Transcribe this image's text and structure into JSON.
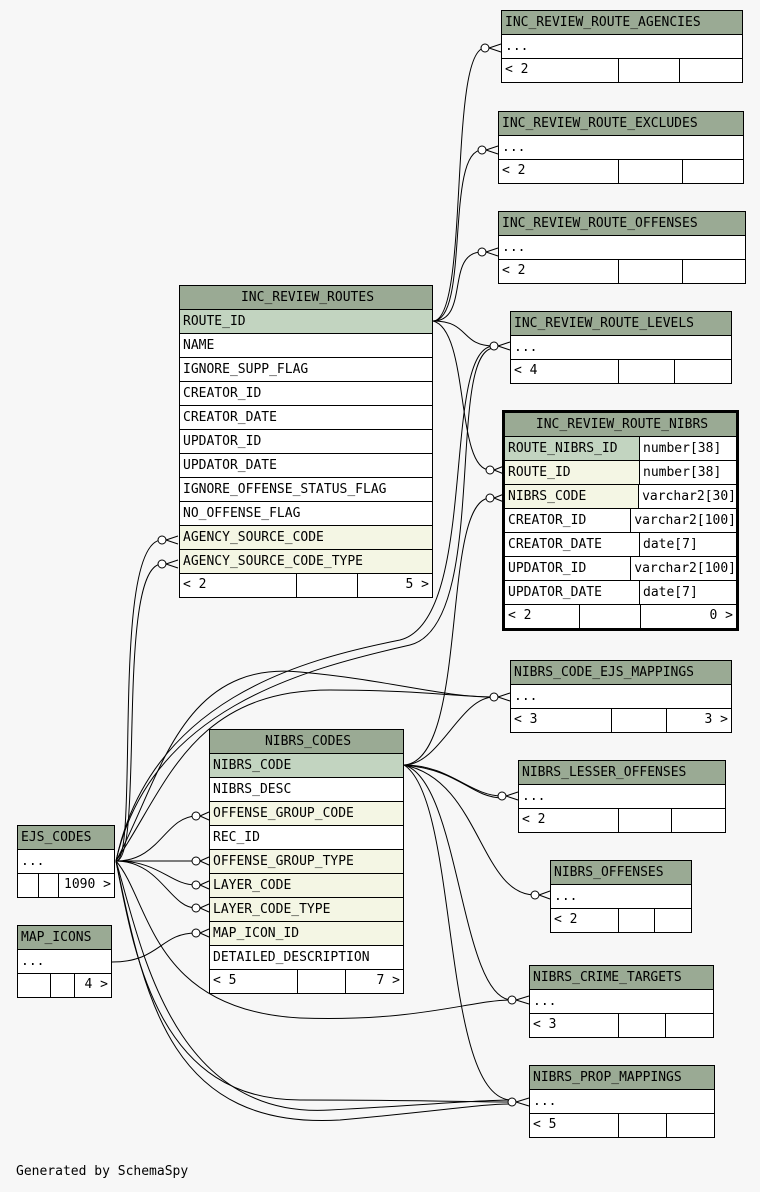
{
  "tables": {
    "inc_review_route_agencies": {
      "name": "INC_REVIEW_ROUTE_AGENCIES",
      "rows": [
        "..."
      ],
      "foot": [
        "< 2",
        "",
        ""
      ]
    },
    "inc_review_route_excludes": {
      "name": "INC_REVIEW_ROUTE_EXCLUDES",
      "rows": [
        "..."
      ],
      "foot": [
        "< 2",
        "",
        ""
      ]
    },
    "inc_review_route_offenses": {
      "name": "INC_REVIEW_ROUTE_OFFENSES",
      "rows": [
        "..."
      ],
      "foot": [
        "< 2",
        "",
        ""
      ]
    },
    "inc_review_route_levels": {
      "name": "INC_REVIEW_ROUTE_LEVELS",
      "rows": [
        "..."
      ],
      "foot": [
        "< 4",
        "",
        ""
      ]
    },
    "inc_review_routes": {
      "name": "INC_REVIEW_ROUTES",
      "rows": [
        "ROUTE_ID",
        "NAME",
        "IGNORE_SUPP_FLAG",
        "CREATOR_ID",
        "CREATOR_DATE",
        "UPDATOR_ID",
        "UPDATOR_DATE",
        "IGNORE_OFFENSE_STATUS_FLAG",
        "NO_OFFENSE_FLAG",
        "AGENCY_SOURCE_CODE",
        "AGENCY_SOURCE_CODE_TYPE"
      ],
      "foot": [
        "< 2",
        "",
        "5 >"
      ]
    },
    "inc_review_route_nibrs": {
      "name": "INC_REVIEW_ROUTE_NIBRS",
      "rows": [
        {
          "col": "ROUTE_NIBRS_ID",
          "type": "number[38]"
        },
        {
          "col": "ROUTE_ID",
          "type": "number[38]"
        },
        {
          "col": "NIBRS_CODE",
          "type": "varchar2[30]"
        },
        {
          "col": "CREATOR_ID",
          "type": "varchar2[100]"
        },
        {
          "col": "CREATOR_DATE",
          "type": "date[7]"
        },
        {
          "col": "UPDATOR_ID",
          "type": "varchar2[100]"
        },
        {
          "col": "UPDATOR_DATE",
          "type": "date[7]"
        }
      ],
      "foot": [
        "< 2",
        "",
        "0 >"
      ]
    },
    "nibrs_code_ejs_mappings": {
      "name": "NIBRS_CODE_EJS_MAPPINGS",
      "rows": [
        "..."
      ],
      "foot": [
        "< 3",
        "",
        "3 >"
      ]
    },
    "nibrs_codes": {
      "name": "NIBRS_CODES",
      "rows": [
        "NIBRS_CODE",
        "NIBRS_DESC",
        "OFFENSE_GROUP_CODE",
        "REC_ID",
        "OFFENSE_GROUP_TYPE",
        "LAYER_CODE",
        "LAYER_CODE_TYPE",
        "MAP_ICON_ID",
        "DETAILED_DESCRIPTION"
      ],
      "foot": [
        "< 5",
        "",
        "7 >"
      ]
    },
    "nibrs_lesser_offenses": {
      "name": "NIBRS_LESSER_OFFENSES",
      "rows": [
        "..."
      ],
      "foot": [
        "< 2",
        "",
        ""
      ]
    },
    "ejs_codes": {
      "name": "EJS_CODES",
      "rows": [
        "..."
      ],
      "foot": [
        "",
        "",
        "1090 >"
      ]
    },
    "nibrs_offenses": {
      "name": "NIBRS_OFFENSES",
      "rows": [
        "..."
      ],
      "foot": [
        "< 2",
        "",
        ""
      ]
    },
    "map_icons": {
      "name": "MAP_ICONS",
      "rows": [
        "..."
      ],
      "foot": [
        "",
        "",
        "4 >"
      ]
    },
    "nibrs_crime_targets": {
      "name": "NIBRS_CRIME_TARGETS",
      "rows": [
        "..."
      ],
      "foot": [
        "< 3",
        "",
        ""
      ]
    },
    "nibrs_prop_mappings": {
      "name": "NIBRS_PROP_MAPPINGS",
      "rows": [
        "..."
      ],
      "foot": [
        "< 5",
        "",
        ""
      ]
    }
  },
  "footer_text": "Generated by SchemaSpy",
  "colors": {
    "header": "#9aaa94",
    "primary_key": "#c2d4c0",
    "foreign_key": "#f4f6e4",
    "background": "#f7f7f7"
  }
}
